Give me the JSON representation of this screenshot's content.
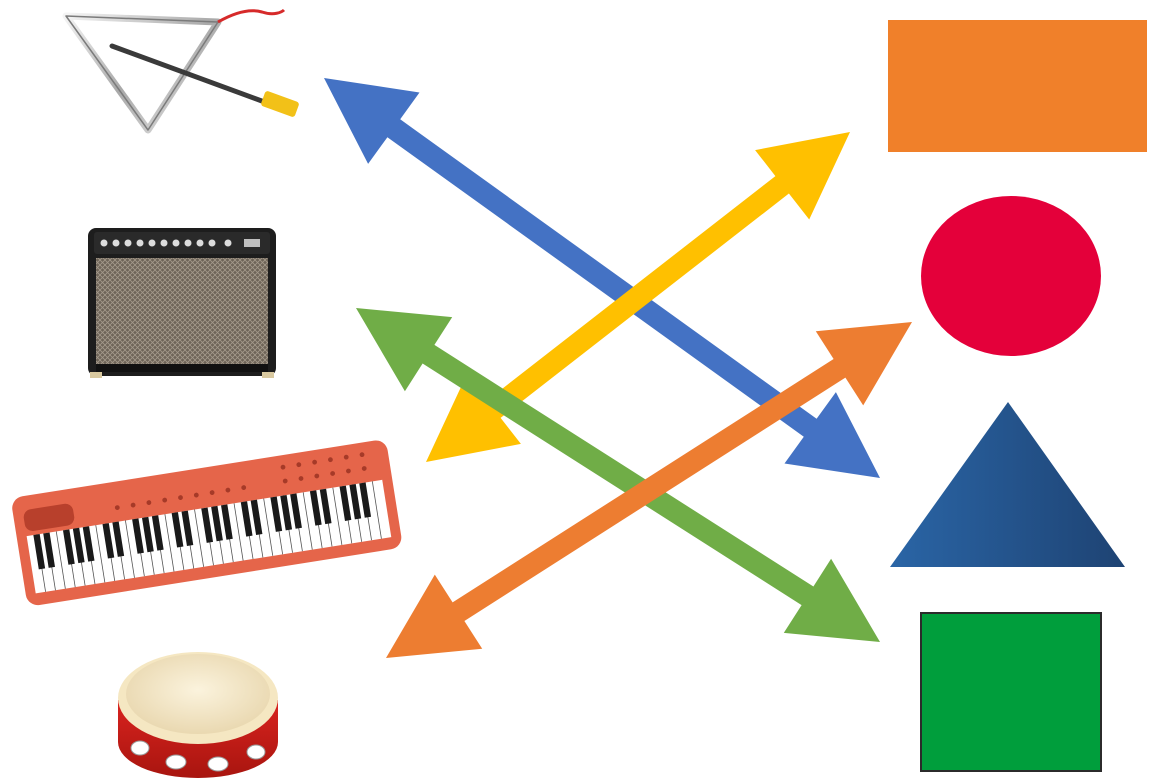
{
  "instruments": [
    {
      "id": "triangle",
      "icon": "triangle-instrument-icon"
    },
    {
      "id": "amplifier",
      "icon": "guitar-amplifier-icon"
    },
    {
      "id": "keyboard",
      "icon": "electronic-keyboard-icon"
    },
    {
      "id": "tambourine",
      "icon": "tambourine-icon"
    }
  ],
  "shapes": [
    {
      "id": "rectangle",
      "color": "#F0802A"
    },
    {
      "id": "circle",
      "color": "#E4003A"
    },
    {
      "id": "triangle",
      "color": "#1F4E82"
    },
    {
      "id": "square",
      "color": "#009E3C"
    }
  ],
  "connections": [
    {
      "from": "triangle",
      "to": "triangle",
      "color": "#4472C4"
    },
    {
      "from": "keyboard",
      "to": "rectangle",
      "color": "#FFC000"
    },
    {
      "from": "amplifier",
      "to": "square",
      "color": "#70AD47"
    },
    {
      "from": "tambourine",
      "to": "circle",
      "color": "#ED7D31"
    }
  ]
}
